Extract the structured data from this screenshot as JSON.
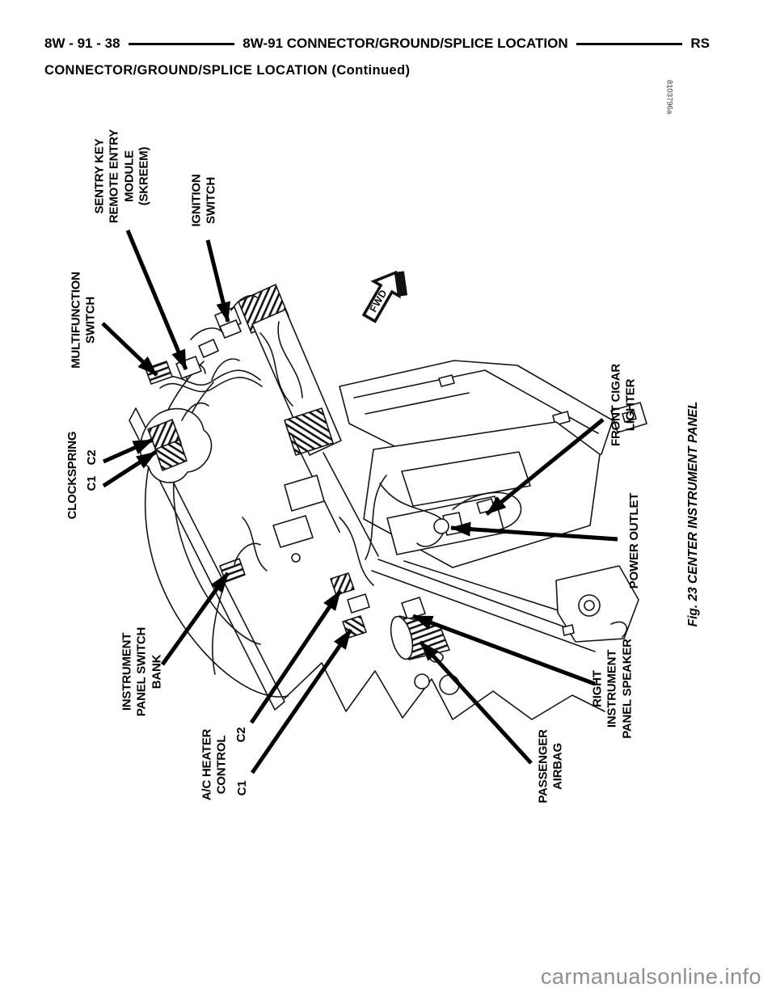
{
  "page": {
    "header": {
      "left_code": "8W - 91 - 38",
      "center_title": "8W-91 CONNECTOR/GROUND/SPLICE LOCATION",
      "right_code": "RS",
      "subtitle": "CONNECTOR/GROUND/SPLICE LOCATION (Continued)"
    },
    "figure": {
      "caption": "Fig. 23 CENTER INSTRUMENT PANEL",
      "ref_code": "8103796a",
      "fwd_label": "FWD",
      "callouts": {
        "sentry_key": "SENTRY KEY\nREMOTE ENTRY\nMODULE\n(SKREEM)",
        "ignition": "IGNITION\nSWITCH",
        "multifunction": "MULTIFUNCTION\nSWITCH",
        "clockspring": "CLOCKSPRING",
        "clockspring_c1": "C1",
        "clockspring_c2": "C2",
        "switch_bank": "INSTRUMENT\nPANEL SWITCH\nBANK",
        "ac_heater": "A/C HEATER\nCONTROL",
        "ac_c1": "C1",
        "ac_c2": "C2",
        "passenger_airbag": "PASSENGER\nAIRBAG",
        "right_speaker": "RIGHT\nINSTRUMENT\nPANEL SPEAKER",
        "power_outlet": "POWER OUTLET",
        "front_cigar": "FRONT CIGAR\nLIGHTER"
      }
    },
    "watermark": "carmanualsonline.info"
  }
}
